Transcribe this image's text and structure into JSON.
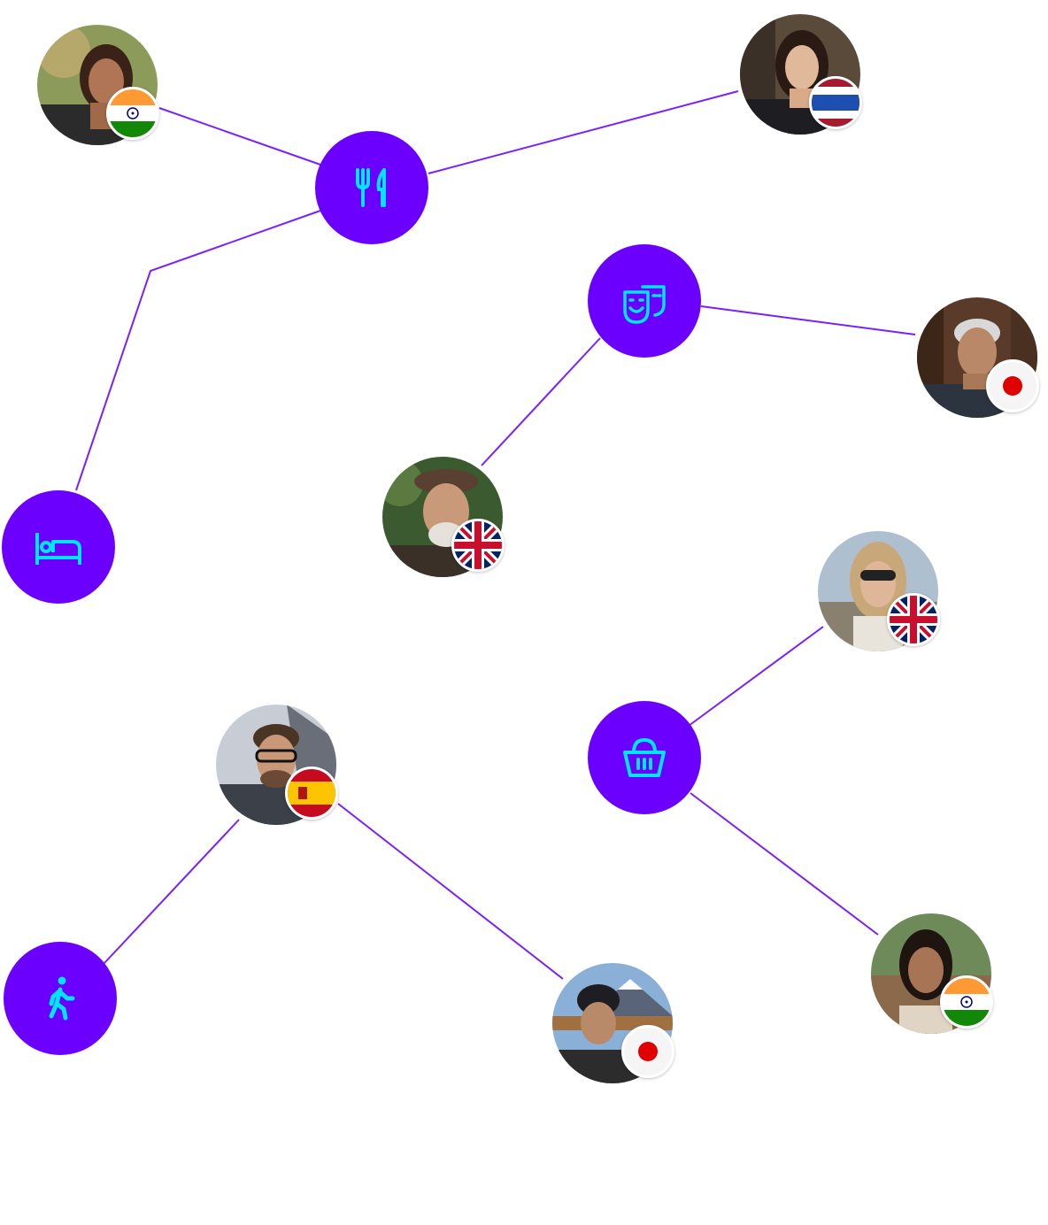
{
  "colors": {
    "accent": "#6c00ff",
    "icon": "#00e5ff",
    "line": "#7a1fff"
  },
  "categories": [
    {
      "id": "food",
      "icon": "fork-knife-icon"
    },
    {
      "id": "theater",
      "icon": "theater-masks-icon"
    },
    {
      "id": "hotel",
      "icon": "bed-icon"
    },
    {
      "id": "shopping",
      "icon": "shopping-basket-icon"
    },
    {
      "id": "walking",
      "icon": "walking-person-icon"
    }
  ],
  "people": [
    {
      "id": "p1",
      "flag": "india",
      "link": "food"
    },
    {
      "id": "p2",
      "flag": "thailand",
      "link": "food"
    },
    {
      "id": "p3",
      "flag": "japan",
      "link": "theater"
    },
    {
      "id": "p4",
      "flag": "uk",
      "link": "theater"
    },
    {
      "id": "p5",
      "flag": "uk",
      "link": "shopping"
    },
    {
      "id": "p6",
      "flag": "spain",
      "link": "walking"
    },
    {
      "id": "p7",
      "flag": "japan",
      "link": "shopping"
    },
    {
      "id": "p8",
      "flag": "india",
      "link": "shopping"
    }
  ]
}
